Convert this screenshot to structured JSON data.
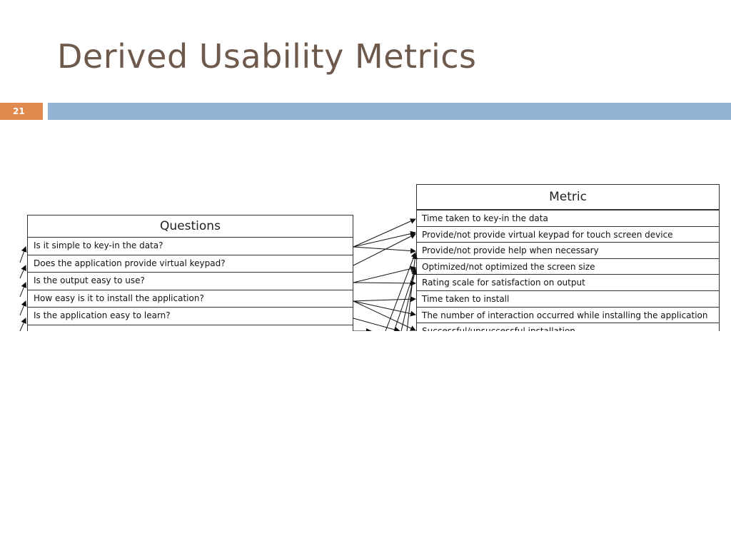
{
  "slide": {
    "title": "Derived Usability Metrics",
    "page_number": "21"
  },
  "questions": {
    "header": "Questions",
    "rows": [
      "Is it simple to key-in the data?",
      "Does the application provide virtual keypad?",
      "Is the output easy to use?",
      "How easy is it to install the application?",
      "Is the application easy to learn?"
    ]
  },
  "metrics": {
    "header": "Metric",
    "rows": [
      "Time taken to key-in the data",
      "Provide/not provide virtual keypad for touch screen device",
      "Provide/not provide help  when necessary",
      "Optimized/not optimized the screen size",
      "Rating scale for satisfaction on output",
      "Time taken to install",
      "The number of interaction occurred while installing the application",
      "Successful/unsuccessful installation"
    ]
  },
  "colors": {
    "title": "#6e5a4c",
    "page_badge": "#e08a50",
    "header_bar": "#92b5d4"
  }
}
